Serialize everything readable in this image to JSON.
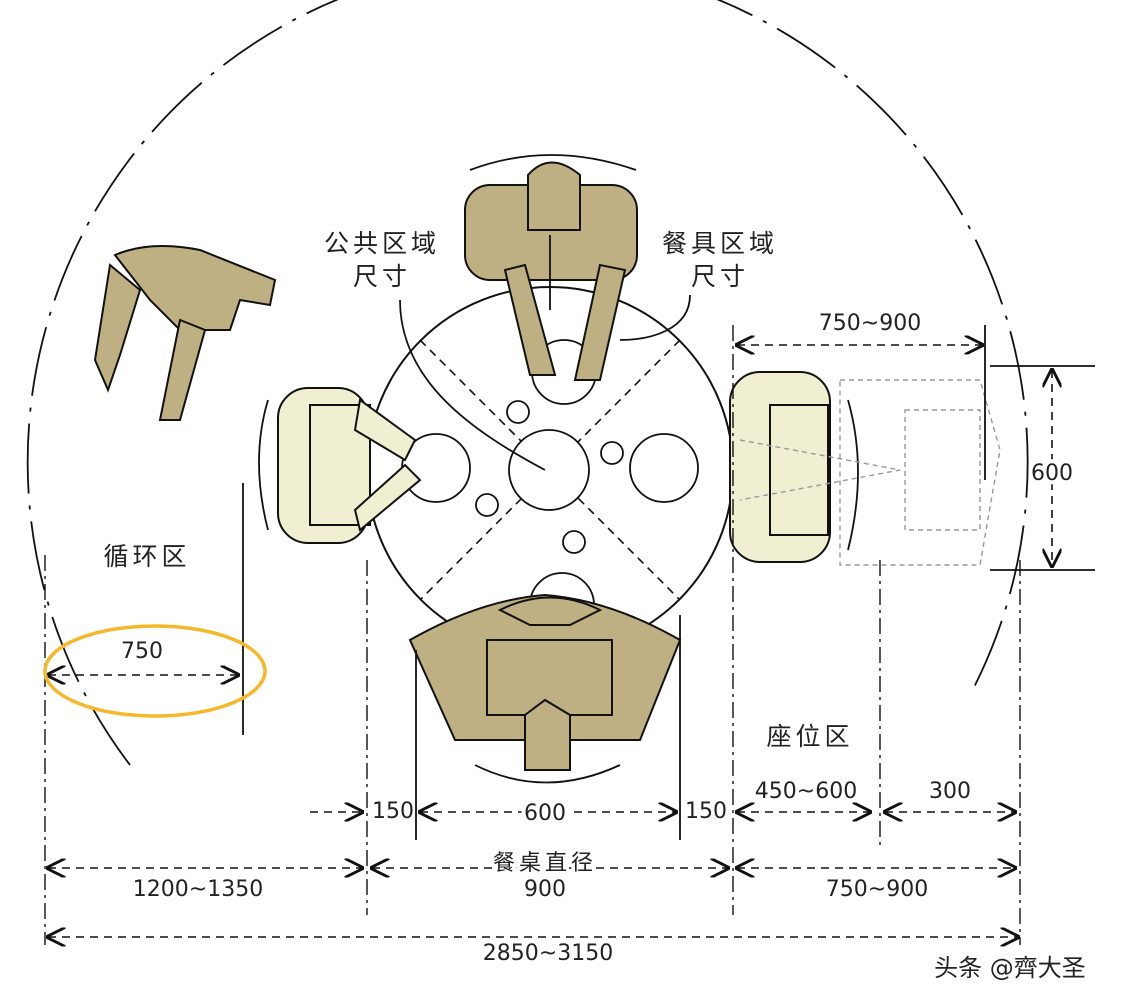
{
  "labels": {
    "public_area": [
      "公共区域",
      "尺寸"
    ],
    "tableware_area": [
      "餐具区域",
      "尺寸"
    ],
    "circulation_zone": "循环区",
    "seating_zone": "座位区",
    "table_diameter": "餐桌直径"
  },
  "dimensions": {
    "circulation_width": "750",
    "chair_depth_top": "750~900",
    "chair_width": "600",
    "gap_left": "150",
    "place_width": "600",
    "gap_right": "150",
    "seat_depth": "450~600",
    "push_back": "300",
    "left_total": "1200~1350",
    "table_dia": "900",
    "right_total": "750~900",
    "overall": "2850~3150"
  },
  "colors": {
    "person_fill": "#bfb083",
    "seated_person_fill": "#f1efd2",
    "highlight_ellipse": "#f5b82a"
  },
  "watermark": "头条 @齊大圣"
}
